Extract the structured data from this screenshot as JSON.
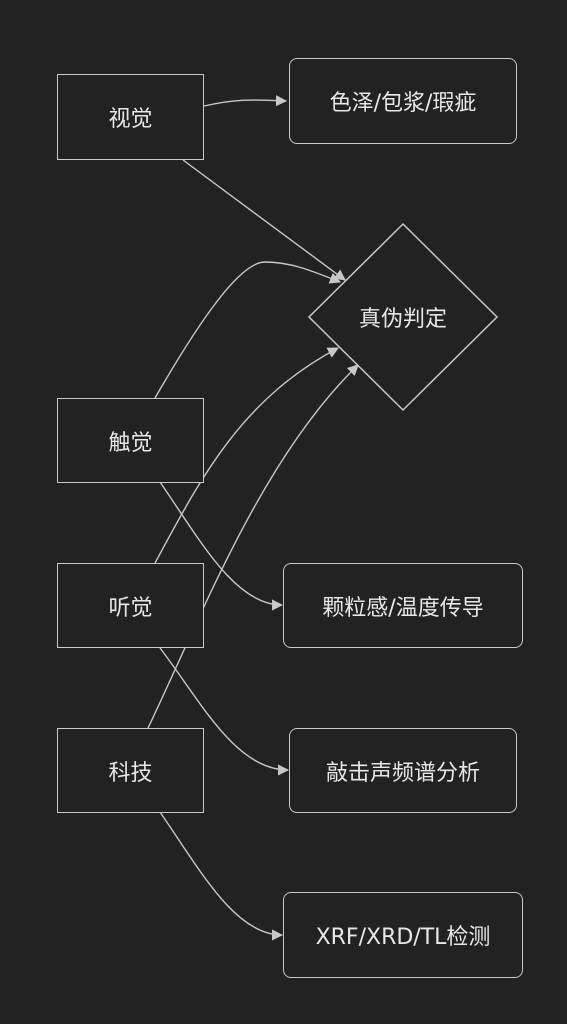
{
  "diagram": {
    "sources": {
      "visual": "视觉",
      "touch": "触觉",
      "hearing": "听觉",
      "tech": "科技"
    },
    "decision": "真伪判定",
    "details": {
      "visual": "色泽/包浆/瑕疵",
      "touch": "颗粒感/温度传导",
      "hearing": "敲击声频谱分析",
      "tech": "XRF/XRD/TL检测"
    },
    "colors": {
      "background": "#222222",
      "stroke": "#c8c8c8",
      "text": "#e8e8e8"
    }
  }
}
